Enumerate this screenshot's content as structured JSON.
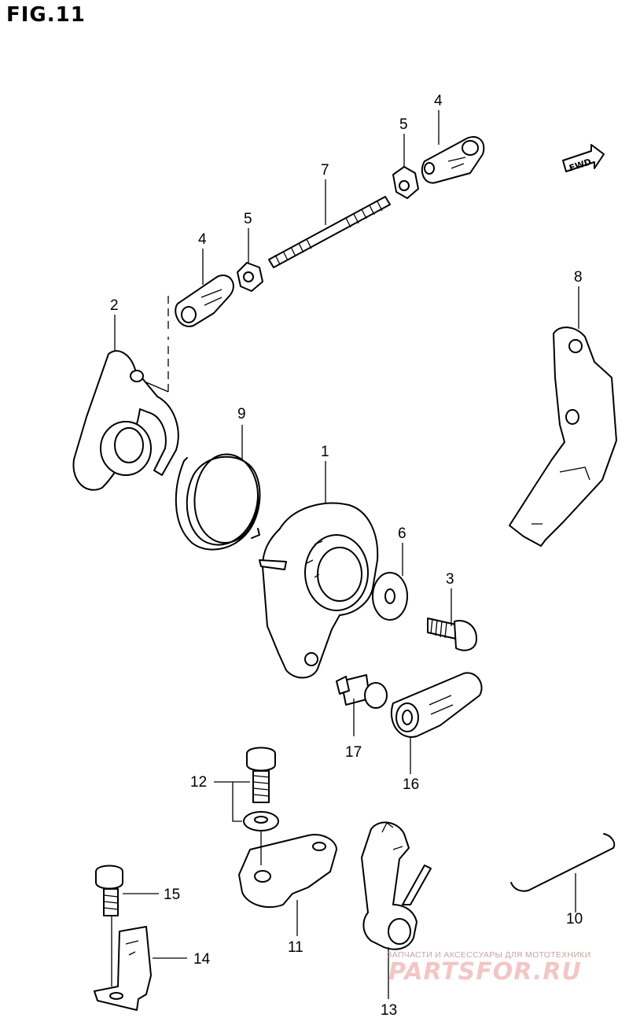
{
  "figure": {
    "title": "FIG.11",
    "direction_label": "FWD"
  },
  "callouts": {
    "c1": "1",
    "c2": "2",
    "c3": "3",
    "c4a": "4",
    "c4b": "4",
    "c5a": "5",
    "c5b": "5",
    "c6": "6",
    "c7": "7",
    "c8": "8",
    "c9": "9",
    "c10": "10",
    "c11": "11",
    "c12": "12",
    "c13": "13",
    "c14": "14",
    "c15": "15",
    "c16": "16",
    "c17": "17"
  },
  "watermark": {
    "tagline": "ЗАПЧАСТИ И АКСЕССУАРЫ ДЛЯ МОТОТЕХНИКИ",
    "brand": "PARTSFOR.RU"
  }
}
